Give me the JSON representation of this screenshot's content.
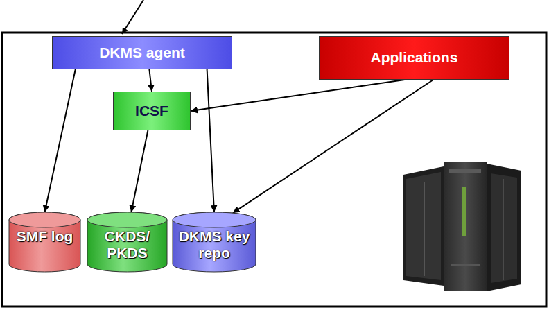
{
  "diagram": {
    "nodes": [
      {
        "text": [
          "DKMS agent"
        ]
      },
      {
        "text": [
          "Applications"
        ]
      },
      {
        "text": [
          "ICSF"
        ]
      },
      {
        "text": [
          "SMF log"
        ]
      },
      {
        "text": [
          "CKDS/ PKDS"
        ]
      },
      {
        "text": [
          "DKMS key repo"
        ]
      }
    ],
    "edges": [
      {
        "from": 0,
        "to": 3,
        "arrow": "to"
      },
      {
        "from": 0,
        "to": 2,
        "arrow": "to"
      },
      {
        "from": 0,
        "to": 5,
        "arrow": "to"
      },
      {
        "from": 2,
        "to": 4,
        "arrow": "to"
      },
      {
        "from": 1,
        "to": 2,
        "arrow": "to"
      },
      {
        "from": 1,
        "to": 5,
        "arrow": "to"
      }
    ]
  }
}
